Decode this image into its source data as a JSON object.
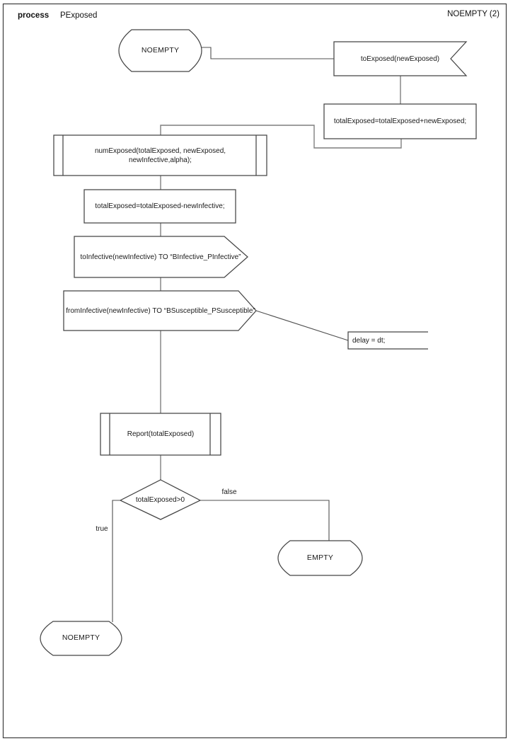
{
  "header": {
    "kind": "process",
    "name": "PExposed",
    "page_ref": "NOEMPTY (2)"
  },
  "diagram": {
    "start_state": "NOEMPTY",
    "input_signal": "toExposed(newExposed)",
    "task_add": "totalExposed=totalExposed+newExposed;",
    "procedure_numexposed": "numExposed(totalExposed, newExposed, newInfective,alpha);",
    "task_subtract": "totalExposed=totalExposed-newInfective;",
    "output_toinfective": "toInfective(newInfective) TO “BInfective_PInfective”",
    "output_frominfective": "fromInfective(newInfective) TO “BSusceptible_PSusceptible”",
    "comment_delay": "delay = dt;",
    "procedure_report": "Report(totalExposed)",
    "decision": "totalExposed>0",
    "label_true": "true",
    "label_false": "false",
    "state_empty": "EMPTY",
    "end_state": "NOEMPTY"
  },
  "colors": {
    "background": "#ffffff",
    "shape_stroke": "#454545",
    "connector_stroke": "#7f7f7f",
    "text": "#1a1a1a"
  }
}
